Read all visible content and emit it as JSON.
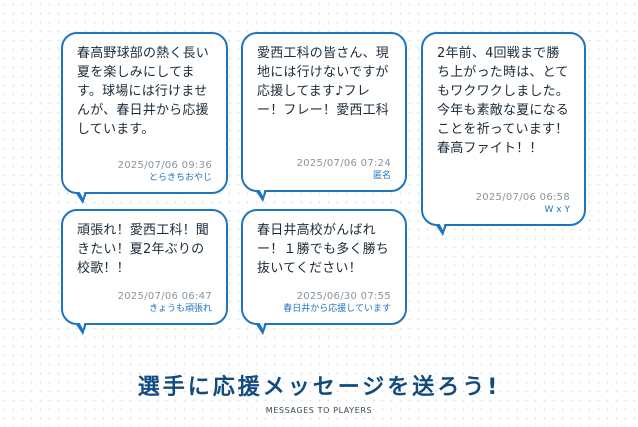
{
  "messages": [
    {
      "text": "春高野球部の熱く長い夏を楽しみにしてます。球場には行けませんが、春日井から応援しています。",
      "date": "2025/07/06 09:36",
      "author": "とらきちおやじ"
    },
    {
      "text": "愛西工科の皆さん、現地には行けないですが応援してます♪フレー！フレー！愛西工科",
      "date": "2025/07/06 07:24",
      "author": "匿名"
    },
    {
      "text": "2年前、4回戦まで勝ち上がった時は、とてもワクワクしました。今年も素敵な夏になることを祈っています！春高ファイト！！",
      "date": "2025/07/06 06:58",
      "author": "W x Y"
    },
    {
      "text": "頑張れ！愛西工科！聞きたい！夏2年ぶりの校歌！！",
      "date": "2025/07/06 06:47",
      "author": "きょうも頑張れ"
    },
    {
      "text": "春日井高校がんばれー！１勝でも多く勝ち抜いてください！",
      "date": "2025/06/30 07:55",
      "author": "春日井から応援しています"
    }
  ],
  "section": {
    "title": "選手に応援メッセージを送ろう!",
    "subtitle": "MESSAGES TO PLAYERS"
  }
}
